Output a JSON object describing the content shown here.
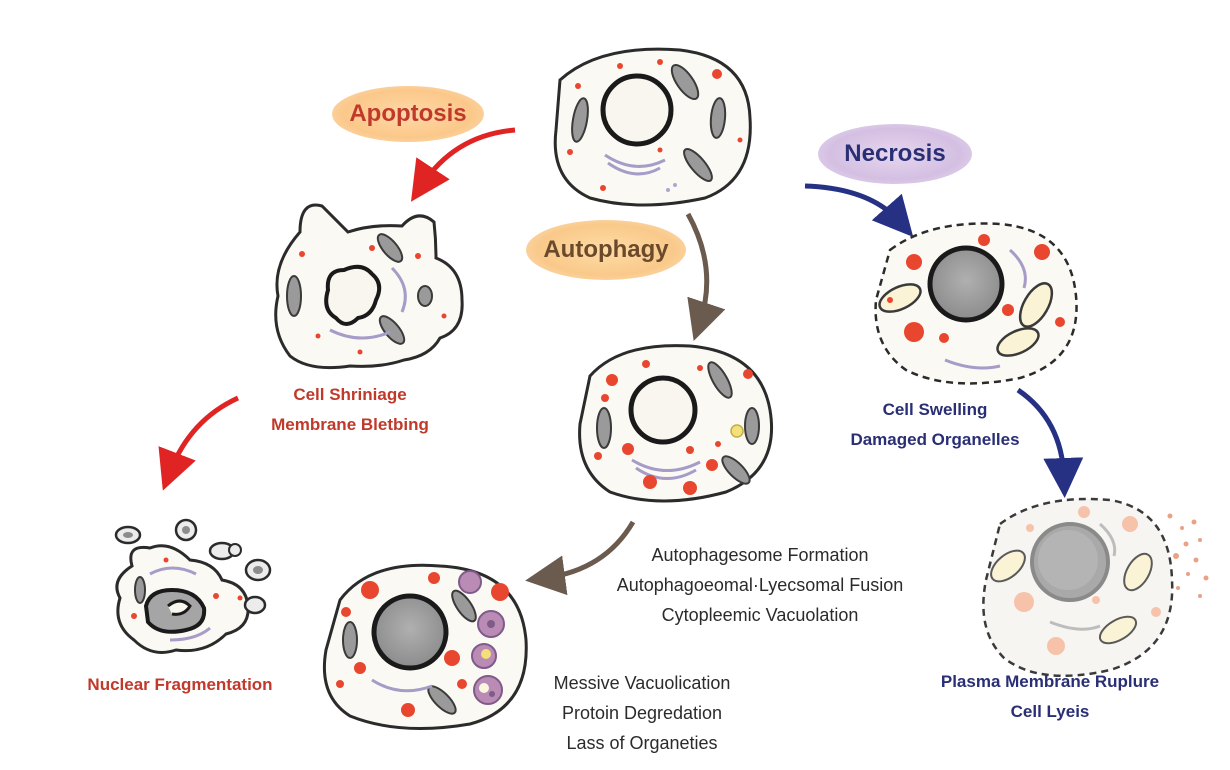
{
  "pathways": {
    "apoptosis": "Apoptosis",
    "autophagy": "Autophagy",
    "necrosis": "Necrosis"
  },
  "apoptosis": {
    "stage1": [
      "Cell Shriniage",
      "Membrane Bletbing"
    ],
    "stage2": [
      "Nuclear Fragmentation"
    ]
  },
  "autophagy": {
    "stage1": [
      "Autophagesome Formation",
      "Autophagoeomal·Lyecsomal Fusion",
      "Cytopleemic Vacuolation"
    ],
    "stage2": [
      "Messive Vacuolication",
      "Protoin Degredation",
      "Lass of Organeties"
    ]
  },
  "necrosis": {
    "stage1": [
      "Cell Swelling",
      "Damaged Organelles"
    ],
    "stage2": [
      "Plasma Membrane Ruplure",
      "Cell Lyeis"
    ]
  },
  "colors": {
    "apoptosis": "#c0392b",
    "autophagy": "#6b4a2b",
    "necrosis": "#2a2f75",
    "organelle_red": "#e8462e",
    "vacuole_purple": "#9c6fa0"
  }
}
